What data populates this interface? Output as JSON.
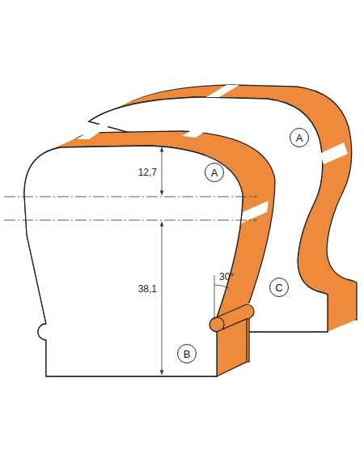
{
  "diagram": {
    "nodes": [
      {
        "text": [
          "A"
        ]
      },
      {
        "text": [
          "A"
        ]
      },
      {
        "text": [
          "C"
        ]
      },
      {
        "text": [
          "B"
        ]
      }
    ],
    "labels": [
      "12,7",
      "38,1",
      "30°"
    ]
  }
}
